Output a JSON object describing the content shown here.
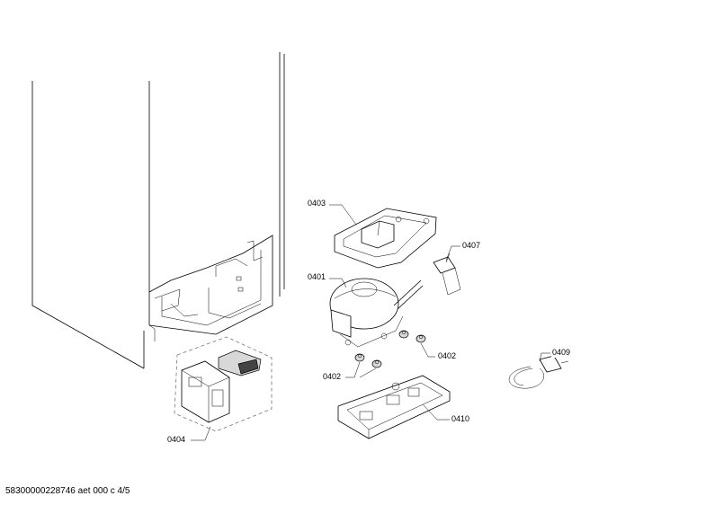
{
  "diagram": {
    "labels": {
      "p0401": "0401",
      "p0402a": "0402",
      "p0402b": "0402",
      "p0403": "0403",
      "p0404": "0404",
      "p0407": "0407",
      "p0409": "0409",
      "p0410": "0410"
    },
    "footer": "58300000228746 aet 000 c 4/5"
  }
}
